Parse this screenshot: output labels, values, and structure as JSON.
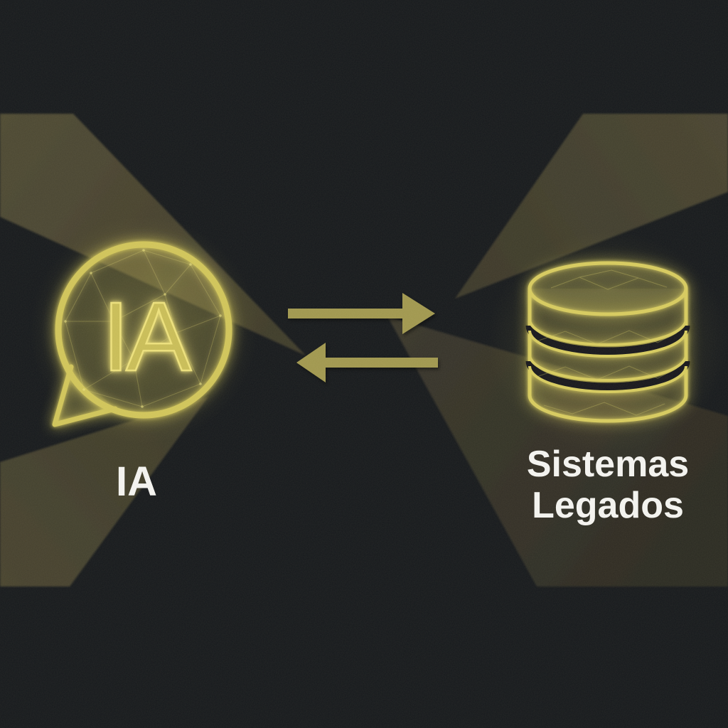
{
  "diagram": {
    "type": "bidirectional-integration",
    "left_node": {
      "icon": "ai-chat-bubble-icon",
      "bubble_text": "IA",
      "caption": "IA"
    },
    "connector": {
      "direction": "bidirectional",
      "arrows": [
        "arrow-right-icon",
        "arrow-left-icon"
      ]
    },
    "right_node": {
      "icon": "database-icon",
      "caption_line1": "Sistemas",
      "caption_line2": "Legados"
    },
    "colors": {
      "background": "#15181c",
      "beam_olive_bright": "#4c4731",
      "beam_olive_faint": "#2b2a22",
      "glow_yellow": "#d8cc5e",
      "arrow_olive": "#a0974f",
      "caption_white": "#f3f3f1"
    }
  }
}
